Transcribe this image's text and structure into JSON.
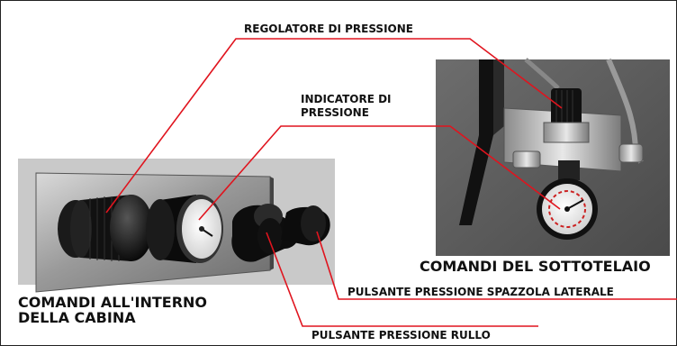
{
  "labels": {
    "pressure_regulator": "REGOLATORE DI PRESSIONE",
    "pressure_indicator_line1": "INDICATORE DI",
    "pressure_indicator_line2": "PRESSIONE",
    "side_brush_button": "PULSANTE PRESSIONE SPAZZOLA LATERALE",
    "roller_button": "PULSANTE PRESSIONE RULLO",
    "underframe_controls": "COMANDI DEL SOTTOTELAIO",
    "cabin_controls_line1": "COMANDI ALL'INTERNO",
    "cabin_controls_line2": "DELLA CABINA"
  },
  "colors": {
    "leader_line": "#e0141e",
    "label_text": "#111111",
    "frame": "#222222"
  }
}
